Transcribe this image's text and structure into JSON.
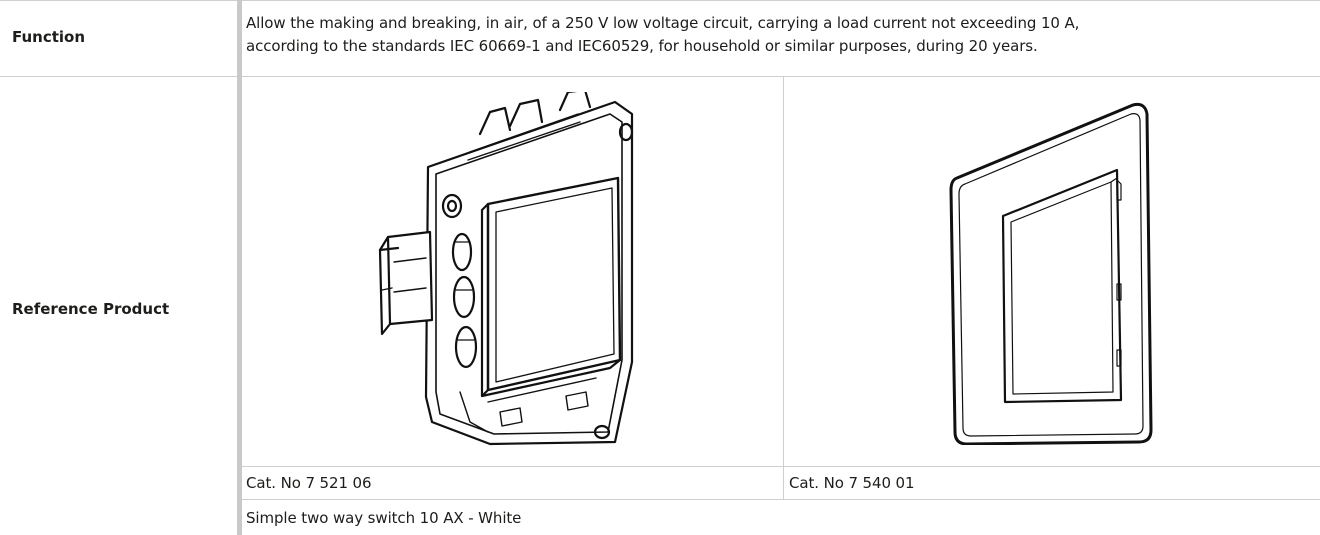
{
  "table": {
    "function": {
      "label": "Function",
      "line1": "Allow the making and breaking, in air, of a 250 V low voltage circuit, carrying a load current not exceeding 10 A,",
      "line2": "according to the standards IEC 60669-1 and IEC60529, for household or similar purposes, during 20 years."
    },
    "reference": {
      "label": "Reference Product",
      "product1_cat": "Cat. No 7 521 06",
      "product2_cat": "Cat. No 7 540 01",
      "description": "Simple two way switch 10 AX - White"
    }
  },
  "colors": {
    "border": "#cfcfcf",
    "separator": "#c9c9c9",
    "text": "#1d1d1b"
  }
}
